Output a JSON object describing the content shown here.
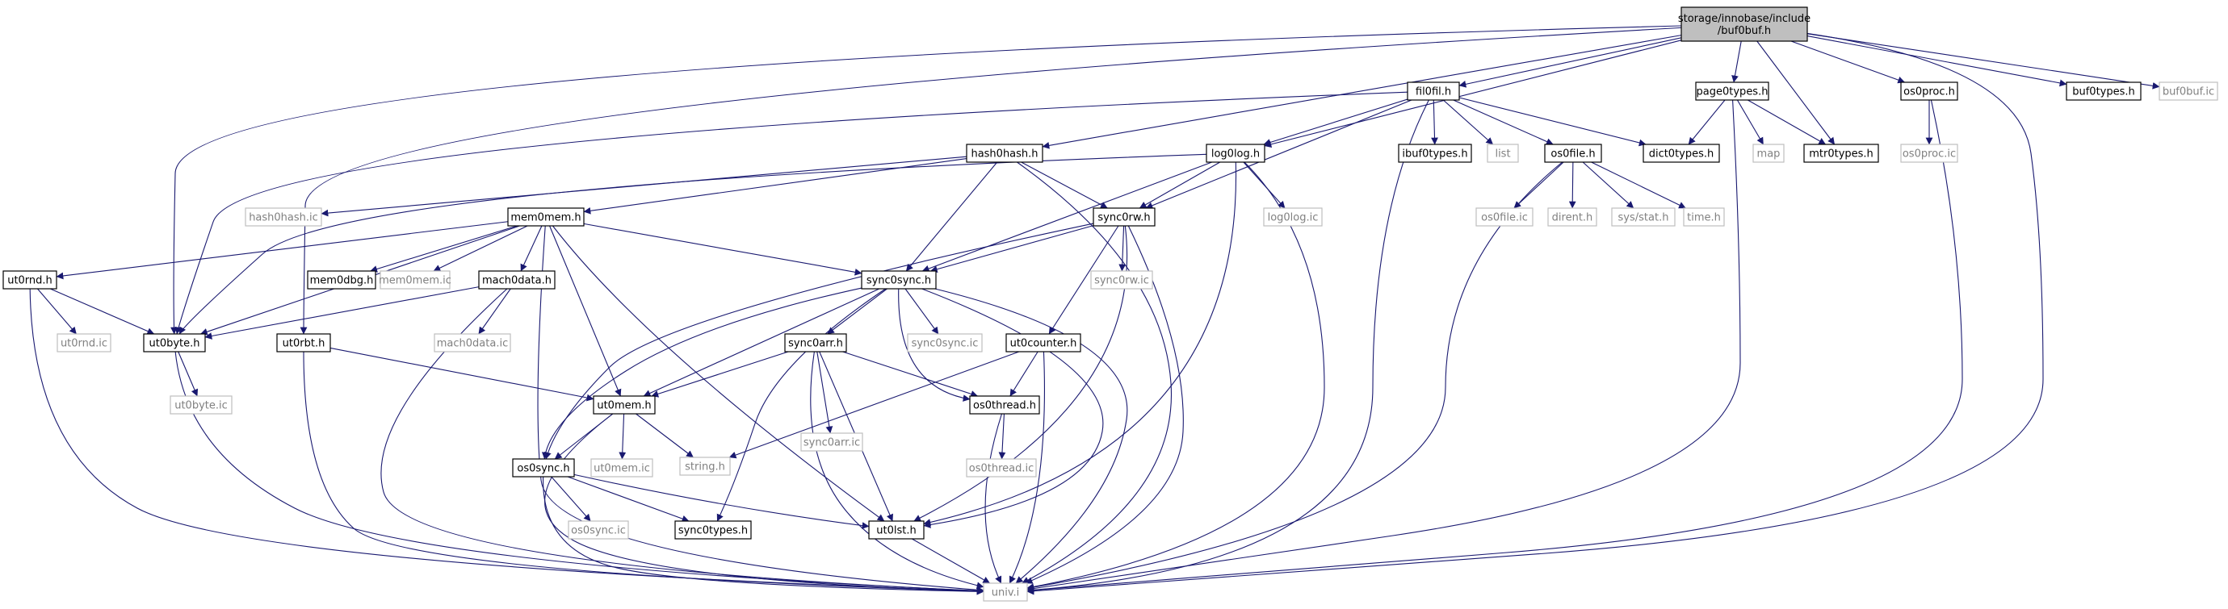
{
  "colors": {
    "edge": "#191970",
    "node_border": "#000000",
    "external_border": "#bfbfbf",
    "external_text": "#808080",
    "root_fill": "#bfbfbf",
    "node_text": "#000000"
  },
  "nodes": [
    {
      "id": "root",
      "lines": [
        "storage/innobase/include",
        "/buf0buf.h"
      ],
      "style": "root"
    },
    {
      "id": "fil0fil_h",
      "lines": [
        "fil0fil.h"
      ],
      "style": "normal"
    },
    {
      "id": "page0types_h",
      "lines": [
        "page0types.h"
      ],
      "style": "normal"
    },
    {
      "id": "os0proc_h",
      "lines": [
        "os0proc.h"
      ],
      "style": "normal"
    },
    {
      "id": "buf0types_h",
      "lines": [
        "buf0types.h"
      ],
      "style": "normal"
    },
    {
      "id": "buf0buf_ic",
      "lines": [
        "buf0buf.ic"
      ],
      "style": "external"
    },
    {
      "id": "hash0hash_h",
      "lines": [
        "hash0hash.h"
      ],
      "style": "normal"
    },
    {
      "id": "log0log_h",
      "lines": [
        "log0log.h"
      ],
      "style": "normal"
    },
    {
      "id": "ibuf0types_h",
      "lines": [
        "ibuf0types.h"
      ],
      "style": "normal"
    },
    {
      "id": "list",
      "lines": [
        "list"
      ],
      "style": "external"
    },
    {
      "id": "os0file_h",
      "lines": [
        "os0file.h"
      ],
      "style": "normal"
    },
    {
      "id": "dict0types_h",
      "lines": [
        "dict0types.h"
      ],
      "style": "normal"
    },
    {
      "id": "map",
      "lines": [
        "map"
      ],
      "style": "external"
    },
    {
      "id": "mtr0types_h",
      "lines": [
        "mtr0types.h"
      ],
      "style": "normal"
    },
    {
      "id": "os0proc_ic",
      "lines": [
        "os0proc.ic"
      ],
      "style": "external"
    },
    {
      "id": "hash0hash_ic",
      "lines": [
        "hash0hash.ic"
      ],
      "style": "external"
    },
    {
      "id": "mem0mem_h",
      "lines": [
        "mem0mem.h"
      ],
      "style": "normal"
    },
    {
      "id": "log0log_ic",
      "lines": [
        "log0log.ic"
      ],
      "style": "external"
    },
    {
      "id": "sync0rw_h",
      "lines": [
        "sync0rw.h"
      ],
      "style": "normal"
    },
    {
      "id": "os0file_ic",
      "lines": [
        "os0file.ic"
      ],
      "style": "external"
    },
    {
      "id": "dirent_h",
      "lines": [
        "dirent.h"
      ],
      "style": "external"
    },
    {
      "id": "sys_stat_h",
      "lines": [
        "sys/stat.h"
      ],
      "style": "external"
    },
    {
      "id": "time_h",
      "lines": [
        "time.h"
      ],
      "style": "external"
    },
    {
      "id": "ut0rnd_h",
      "lines": [
        "ut0rnd.h"
      ],
      "style": "normal"
    },
    {
      "id": "mem0dbg_h",
      "lines": [
        "mem0dbg.h"
      ],
      "style": "normal"
    },
    {
      "id": "mem0mem_ic",
      "lines": [
        "mem0mem.ic"
      ],
      "style": "external"
    },
    {
      "id": "mach0data_h",
      "lines": [
        "mach0data.h"
      ],
      "style": "normal"
    },
    {
      "id": "sync0sync_h",
      "lines": [
        "sync0sync.h"
      ],
      "style": "normal"
    },
    {
      "id": "sync0rw_ic",
      "lines": [
        "sync0rw.ic"
      ],
      "style": "external"
    },
    {
      "id": "ut0rnd_ic",
      "lines": [
        "ut0rnd.ic"
      ],
      "style": "external"
    },
    {
      "id": "ut0byte_h",
      "lines": [
        "ut0byte.h"
      ],
      "style": "normal"
    },
    {
      "id": "ut0rbt_h",
      "lines": [
        "ut0rbt.h"
      ],
      "style": "normal"
    },
    {
      "id": "mach0data_ic",
      "lines": [
        "mach0data.ic"
      ],
      "style": "external"
    },
    {
      "id": "sync0arr_h",
      "lines": [
        "sync0arr.h"
      ],
      "style": "normal"
    },
    {
      "id": "sync0sync_ic",
      "lines": [
        "sync0sync.ic"
      ],
      "style": "external"
    },
    {
      "id": "ut0counter_h",
      "lines": [
        "ut0counter.h"
      ],
      "style": "normal"
    },
    {
      "id": "ut0byte_ic",
      "lines": [
        "ut0byte.ic"
      ],
      "style": "external"
    },
    {
      "id": "ut0mem_h",
      "lines": [
        "ut0mem.h"
      ],
      "style": "normal"
    },
    {
      "id": "sync0arr_ic",
      "lines": [
        "sync0arr.ic"
      ],
      "style": "external"
    },
    {
      "id": "os0thread_h",
      "lines": [
        "os0thread.h"
      ],
      "style": "normal"
    },
    {
      "id": "string_h",
      "lines": [
        "string.h"
      ],
      "style": "external"
    },
    {
      "id": "os0sync_h",
      "lines": [
        "os0sync.h"
      ],
      "style": "normal"
    },
    {
      "id": "ut0mem_ic",
      "lines": [
        "ut0mem.ic"
      ],
      "style": "external"
    },
    {
      "id": "os0thread_ic",
      "lines": [
        "os0thread.ic"
      ],
      "style": "external"
    },
    {
      "id": "os0sync_ic",
      "lines": [
        "os0sync.ic"
      ],
      "style": "external"
    },
    {
      "id": "sync0types_h",
      "lines": [
        "sync0types.h"
      ],
      "style": "normal"
    },
    {
      "id": "ut0lst_h",
      "lines": [
        "ut0lst.h"
      ],
      "style": "normal"
    },
    {
      "id": "univ_i",
      "lines": [
        "univ.i"
      ],
      "style": "external"
    }
  ],
  "edges": [
    [
      "root",
      "fil0fil_h"
    ],
    [
      "root",
      "page0types_h"
    ],
    [
      "root",
      "os0proc_h"
    ],
    [
      "root",
      "buf0types_h"
    ],
    [
      "root",
      "buf0buf_ic"
    ],
    [
      "root",
      "hash0hash_h"
    ],
    [
      "root",
      "log0log_h"
    ],
    [
      "root",
      "mtr0types_h"
    ],
    [
      "root",
      "ut0byte_h"
    ],
    [
      "root",
      "ut0rbt_h"
    ],
    [
      "root",
      "univ_i"
    ],
    [
      "fil0fil_h",
      "ibuf0types_h"
    ],
    [
      "fil0fil_h",
      "list"
    ],
    [
      "fil0fil_h",
      "os0file_h"
    ],
    [
      "fil0fil_h",
      "dict0types_h"
    ],
    [
      "fil0fil_h",
      "log0log_h"
    ],
    [
      "fil0fil_h",
      "sync0rw_h"
    ],
    [
      "fil0fil_h",
      "ut0byte_h"
    ],
    [
      "fil0fil_h",
      "univ_i"
    ],
    [
      "page0types_h",
      "map"
    ],
    [
      "page0types_h",
      "mtr0types_h"
    ],
    [
      "page0types_h",
      "dict0types_h"
    ],
    [
      "page0types_h",
      "univ_i"
    ],
    [
      "os0proc_h",
      "os0proc_ic"
    ],
    [
      "os0proc_h",
      "univ_i"
    ],
    [
      "hash0hash_h",
      "hash0hash_ic"
    ],
    [
      "hash0hash_h",
      "mem0mem_h"
    ],
    [
      "hash0hash_h",
      "sync0rw_h"
    ],
    [
      "hash0hash_h",
      "sync0sync_h"
    ],
    [
      "hash0hash_h",
      "univ_i"
    ],
    [
      "log0log_h",
      "log0log_ic"
    ],
    [
      "log0log_h",
      "sync0rw_h"
    ],
    [
      "log0log_h",
      "sync0sync_h"
    ],
    [
      "log0log_h",
      "ut0byte_h"
    ],
    [
      "log0log_h",
      "ut0lst_h"
    ],
    [
      "log0log_h",
      "univ_i"
    ],
    [
      "os0file_h",
      "os0file_ic"
    ],
    [
      "os0file_h",
      "dirent_h"
    ],
    [
      "os0file_h",
      "sys_stat_h"
    ],
    [
      "os0file_h",
      "time_h"
    ],
    [
      "os0file_h",
      "univ_i"
    ],
    [
      "mem0mem_h",
      "ut0rnd_h"
    ],
    [
      "mem0mem_h",
      "mem0dbg_h"
    ],
    [
      "mem0mem_h",
      "mem0mem_ic"
    ],
    [
      "mem0mem_h",
      "mach0data_h"
    ],
    [
      "mem0mem_h",
      "sync0sync_h"
    ],
    [
      "mem0mem_h",
      "ut0byte_h"
    ],
    [
      "mem0mem_h",
      "ut0mem_h"
    ],
    [
      "mem0mem_h",
      "ut0lst_h"
    ],
    [
      "mem0mem_h",
      "univ_i"
    ],
    [
      "sync0rw_h",
      "sync0rw_ic"
    ],
    [
      "sync0rw_h",
      "sync0sync_h"
    ],
    [
      "sync0rw_h",
      "ut0counter_h"
    ],
    [
      "sync0rw_h",
      "os0sync_h"
    ],
    [
      "sync0rw_h",
      "ut0lst_h"
    ],
    [
      "sync0rw_h",
      "univ_i"
    ],
    [
      "ut0rnd_h",
      "ut0rnd_ic"
    ],
    [
      "ut0rnd_h",
      "ut0byte_h"
    ],
    [
      "ut0rnd_h",
      "univ_i"
    ],
    [
      "mach0data_h",
      "mach0data_ic"
    ],
    [
      "mach0data_h",
      "ut0byte_h"
    ],
    [
      "mach0data_h",
      "univ_i"
    ],
    [
      "sync0sync_h",
      "sync0arr_h"
    ],
    [
      "sync0sync_h",
      "sync0sync_ic"
    ],
    [
      "sync0sync_h",
      "ut0mem_h"
    ],
    [
      "sync0sync_h",
      "os0thread_h"
    ],
    [
      "sync0sync_h",
      "os0sync_h"
    ],
    [
      "sync0sync_h",
      "sync0types_h"
    ],
    [
      "sync0sync_h",
      "ut0lst_h"
    ],
    [
      "sync0sync_h",
      "univ_i"
    ],
    [
      "ut0byte_h",
      "ut0byte_ic"
    ],
    [
      "ut0byte_h",
      "univ_i"
    ],
    [
      "ut0rbt_h",
      "ut0mem_h"
    ],
    [
      "ut0rbt_h",
      "univ_i"
    ],
    [
      "sync0arr_h",
      "sync0arr_ic"
    ],
    [
      "sync0arr_h",
      "ut0mem_h"
    ],
    [
      "sync0arr_h",
      "os0thread_h"
    ],
    [
      "sync0arr_h",
      "ut0lst_h"
    ],
    [
      "sync0arr_h",
      "univ_i"
    ],
    [
      "ut0counter_h",
      "os0thread_h"
    ],
    [
      "ut0counter_h",
      "string_h"
    ],
    [
      "ut0counter_h",
      "univ_i"
    ],
    [
      "ut0mem_h",
      "ut0mem_ic"
    ],
    [
      "ut0mem_h",
      "string_h"
    ],
    [
      "ut0mem_h",
      "os0sync_h"
    ],
    [
      "ut0mem_h",
      "univ_i"
    ],
    [
      "os0thread_h",
      "os0thread_ic"
    ],
    [
      "os0thread_h",
      "univ_i"
    ],
    [
      "os0sync_h",
      "os0sync_ic"
    ],
    [
      "os0sync_h",
      "sync0types_h"
    ],
    [
      "os0sync_h",
      "ut0lst_h"
    ],
    [
      "os0sync_h",
      "univ_i"
    ],
    [
      "ut0lst_h",
      "univ_i"
    ]
  ]
}
